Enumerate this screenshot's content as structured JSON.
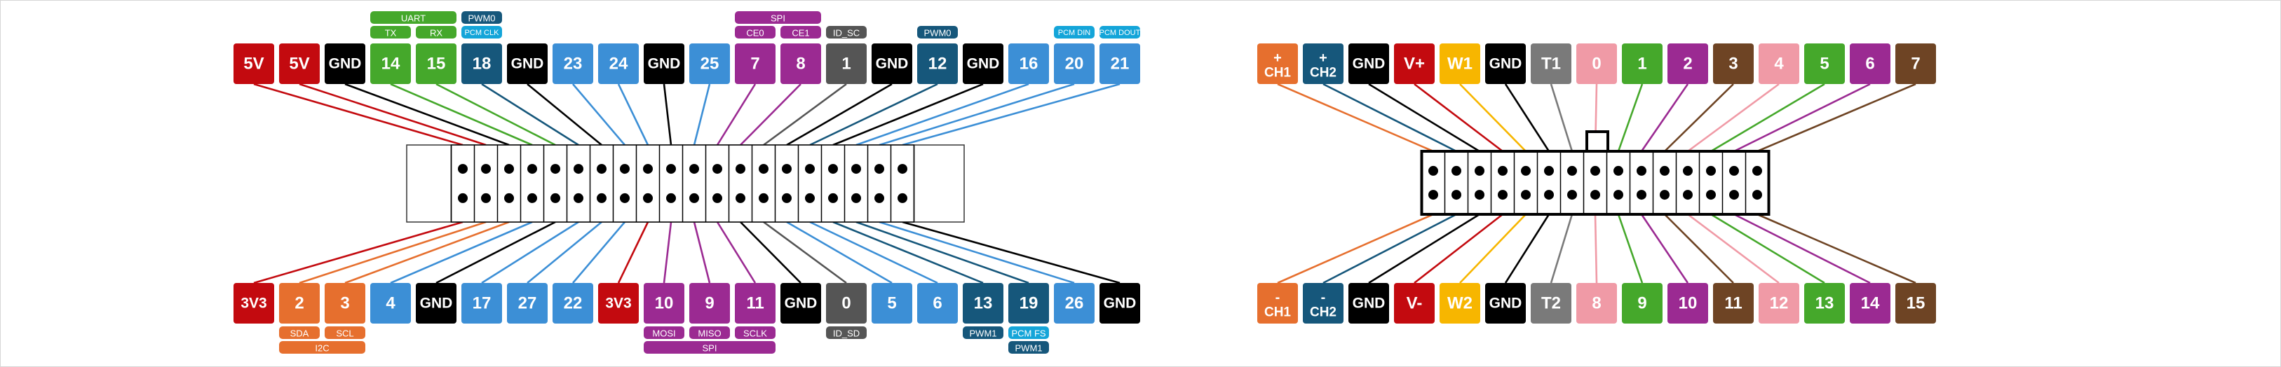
{
  "colors": {
    "red": "#c30a0f",
    "black": "#000000",
    "green": "#45a82b",
    "blue": "#3c8fd6",
    "orange": "#e66f2e",
    "purple": "#9b2a92",
    "grey": "#555555",
    "teal": "#16577b",
    "cyan": "#14a5d9",
    "yellow": "#f7b600",
    "midgrey": "#7a7a7a",
    "pink": "#f09aa6",
    "brown": "#6e4424"
  },
  "left_header": {
    "top_pins": [
      {
        "label": "5V",
        "color": "red"
      },
      {
        "label": "5V",
        "color": "red"
      },
      {
        "label": "GND",
        "color": "black"
      },
      {
        "label": "14",
        "color": "green"
      },
      {
        "label": "15",
        "color": "green"
      },
      {
        "label": "18",
        "color": "teal"
      },
      {
        "label": "GND",
        "color": "black"
      },
      {
        "label": "23",
        "color": "blue"
      },
      {
        "label": "24",
        "color": "blue"
      },
      {
        "label": "GND",
        "color": "black"
      },
      {
        "label": "25",
        "color": "blue"
      },
      {
        "label": "7",
        "color": "purple"
      },
      {
        "label": "8",
        "color": "purple"
      },
      {
        "label": "1",
        "color": "grey"
      },
      {
        "label": "GND",
        "color": "black"
      },
      {
        "label": "12",
        "color": "teal"
      },
      {
        "label": "GND",
        "color": "black"
      },
      {
        "label": "16",
        "color": "blue"
      },
      {
        "label": "20",
        "color": "blue"
      },
      {
        "label": "21",
        "color": "blue"
      }
    ],
    "bottom_pins": [
      {
        "label": "3V3",
        "color": "red"
      },
      {
        "label": "2",
        "color": "orange"
      },
      {
        "label": "3",
        "color": "orange"
      },
      {
        "label": "4",
        "color": "blue"
      },
      {
        "label": "GND",
        "color": "black"
      },
      {
        "label": "17",
        "color": "blue"
      },
      {
        "label": "27",
        "color": "blue"
      },
      {
        "label": "22",
        "color": "blue"
      },
      {
        "label": "3V3",
        "color": "red"
      },
      {
        "label": "10",
        "color": "purple"
      },
      {
        "label": "9",
        "color": "purple"
      },
      {
        "label": "11",
        "color": "purple"
      },
      {
        "label": "GND",
        "color": "black"
      },
      {
        "label": "0",
        "color": "grey"
      },
      {
        "label": "5",
        "color": "blue"
      },
      {
        "label": "6",
        "color": "blue"
      },
      {
        "label": "13",
        "color": "teal"
      },
      {
        "label": "19",
        "color": "teal"
      },
      {
        "label": "26",
        "color": "blue"
      },
      {
        "label": "GND",
        "color": "black"
      }
    ],
    "top_tags": [
      {
        "text": "UART",
        "color": "green",
        "from": 3,
        "to": 4,
        "row": 2
      },
      {
        "text": "TX",
        "color": "green",
        "from": 3,
        "to": 3,
        "row": 1
      },
      {
        "text": "RX",
        "color": "green",
        "from": 4,
        "to": 4,
        "row": 1
      },
      {
        "text": "PWM0",
        "color": "teal",
        "from": 5,
        "to": 5,
        "row": 2
      },
      {
        "text": "PCM CLK",
        "color": "cyan",
        "from": 5,
        "to": 5,
        "row": 1
      },
      {
        "text": "SPI",
        "color": "purple",
        "from": 11,
        "to": 12,
        "row": 2
      },
      {
        "text": "CE0",
        "color": "purple",
        "from": 11,
        "to": 11,
        "row": 1
      },
      {
        "text": "CE1",
        "color": "purple",
        "from": 12,
        "to": 12,
        "row": 1
      },
      {
        "text": "ID_SC",
        "color": "grey",
        "from": 13,
        "to": 13,
        "row": 1
      },
      {
        "text": "PWM0",
        "color": "teal",
        "from": 15,
        "to": 15,
        "row": 1
      },
      {
        "text": "PCM DIN",
        "color": "cyan",
        "from": 18,
        "to": 18,
        "row": 1
      },
      {
        "text": "PCM DOUT",
        "color": "cyan",
        "from": 19,
        "to": 19,
        "row": 1
      }
    ],
    "bottom_tags": [
      {
        "text": "SDA",
        "color": "orange",
        "from": 1,
        "to": 1,
        "row": 1
      },
      {
        "text": "SCL",
        "color": "orange",
        "from": 2,
        "to": 2,
        "row": 1
      },
      {
        "text": "I2C",
        "color": "orange",
        "from": 1,
        "to": 2,
        "row": 2
      },
      {
        "text": "MOSI",
        "color": "purple",
        "from": 9,
        "to": 9,
        "row": 1
      },
      {
        "text": "MISO",
        "color": "purple",
        "from": 10,
        "to": 10,
        "row": 1
      },
      {
        "text": "SCLK",
        "color": "purple",
        "from": 11,
        "to": 11,
        "row": 1
      },
      {
        "text": "SPI",
        "color": "purple",
        "from": 9,
        "to": 11,
        "row": 2
      },
      {
        "text": "ID_SD",
        "color": "grey",
        "from": 13,
        "to": 13,
        "row": 1
      },
      {
        "text": "PWM1",
        "color": "teal",
        "from": 16,
        "to": 16,
        "row": 1
      },
      {
        "text": "PCM FS",
        "color": "cyan",
        "from": 17,
        "to": 17,
        "row": 1
      },
      {
        "text": "PWM1",
        "color": "teal",
        "from": 17,
        "to": 17,
        "row": 2
      }
    ]
  },
  "right_header": {
    "top_pins": [
      {
        "label": "CH1",
        "sign": "+",
        "color": "orange"
      },
      {
        "label": "CH2",
        "sign": "+",
        "color": "teal"
      },
      {
        "label": "GND",
        "color": "black"
      },
      {
        "label": "V+",
        "color": "red"
      },
      {
        "label": "W1",
        "color": "yellow"
      },
      {
        "label": "GND",
        "color": "black"
      },
      {
        "label": "T1",
        "color": "midgrey"
      },
      {
        "label": "0",
        "color": "pink"
      },
      {
        "label": "1",
        "color": "green"
      },
      {
        "label": "2",
        "color": "purple"
      },
      {
        "label": "3",
        "color": "brown"
      },
      {
        "label": "4",
        "color": "pink"
      },
      {
        "label": "5",
        "color": "green"
      },
      {
        "label": "6",
        "color": "purple"
      },
      {
        "label": "7",
        "color": "brown"
      }
    ],
    "bottom_pins": [
      {
        "label": "CH1",
        "sign": "-",
        "color": "orange"
      },
      {
        "label": "CH2",
        "sign": "-",
        "color": "teal"
      },
      {
        "label": "GND",
        "color": "black"
      },
      {
        "label": "V-",
        "color": "red"
      },
      {
        "label": "W2",
        "color": "yellow"
      },
      {
        "label": "GND",
        "color": "black"
      },
      {
        "label": "T2",
        "color": "midgrey"
      },
      {
        "label": "8",
        "color": "pink"
      },
      {
        "label": "9",
        "color": "green"
      },
      {
        "label": "10",
        "color": "purple"
      },
      {
        "label": "11",
        "color": "brown"
      },
      {
        "label": "12",
        "color": "pink"
      },
      {
        "label": "13",
        "color": "green"
      },
      {
        "label": "14",
        "color": "purple"
      },
      {
        "label": "15",
        "color": "brown"
      }
    ]
  }
}
